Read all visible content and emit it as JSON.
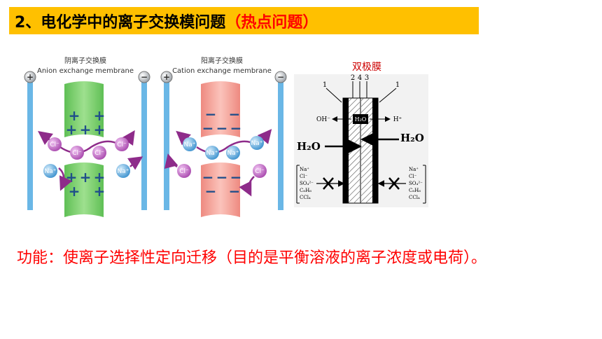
{
  "title": {
    "main": "2、电化学中的离子交换模问题",
    "hot": "（热点问题）"
  },
  "anion_panel": {
    "title_cn": "阴离子交换膜",
    "title_en": "Anion exchange membrane",
    "plus": "+",
    "minus": "−",
    "ion_cl": "Cl⁻",
    "ion_na": "Na⁺"
  },
  "cation_panel": {
    "title_cn": "阳离子交换膜",
    "title_en": "Cation exchange membrane",
    "plus": "+",
    "minus": "−",
    "ion_na": "Na⁺",
    "ion_cl": "Cl⁻"
  },
  "bipolar_panel": {
    "title": "双极膜",
    "num_1": "1",
    "num_2": "2",
    "num_3": "3",
    "num_4": "4",
    "oh": "OH⁻",
    "h": "H⁺",
    "h2o_center": "H₂O",
    "h2o_left": "H₂O",
    "h2o_right": "H₂O",
    "ions_left": [
      "Na⁺",
      "Cl⁻",
      "SO₄²⁻",
      "C₆H₆",
      "CCl₄"
    ],
    "ions_right": [
      "Na⁺",
      "Cl⁻",
      "SO₄²⁻",
      "C₆H₆",
      "CCl₄"
    ]
  },
  "function_text": "功能：使离子选择性定向迁移（目的是平衡溶液的离子浓度或电荷）。",
  "colors": {
    "title_bg": "#ffc000",
    "green_membrane": "#7dcf6e",
    "pink_membrane": "#f4a79e",
    "electrode": "#6ab7e6",
    "cl_ion": "#c26cc8",
    "na_ion": "#5aaee6",
    "arrow": "#8e2b8a"
  }
}
